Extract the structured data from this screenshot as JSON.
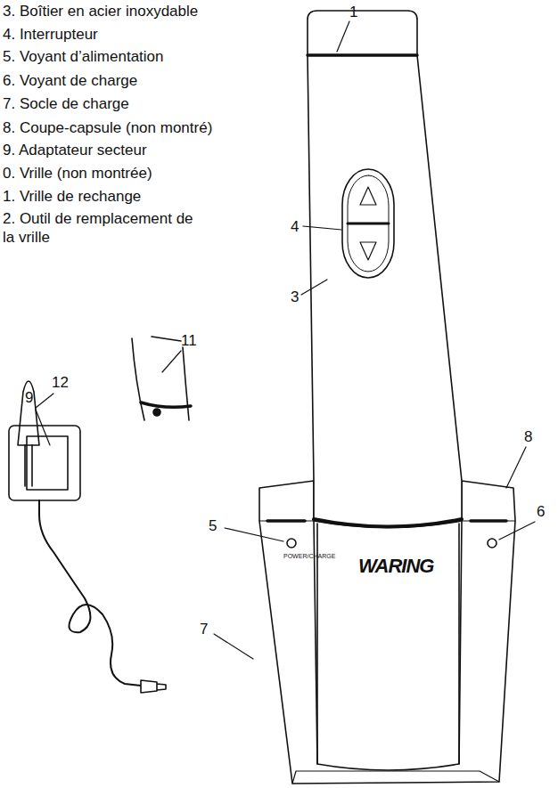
{
  "diagram": {
    "labels": [
      "3. Boîtier en acier inoxydable",
      "4. Interrupteur",
      "5. Voyant d’alimentation",
      "6. Voyant de charge",
      "7. Socle de charge",
      "8. Coupe-capsule (non montré)",
      "9. Adaptateur secteur",
      "0. Vrille (non montrée)",
      "1. Vrille de rechange",
      "2. Outil de remplacement de la vrille",
      "1",
      "4",
      "3",
      "12",
      "11",
      "9",
      "8",
      "6",
      "5",
      "7",
      "POWER/CHARGE",
      "WARING"
    ]
  }
}
